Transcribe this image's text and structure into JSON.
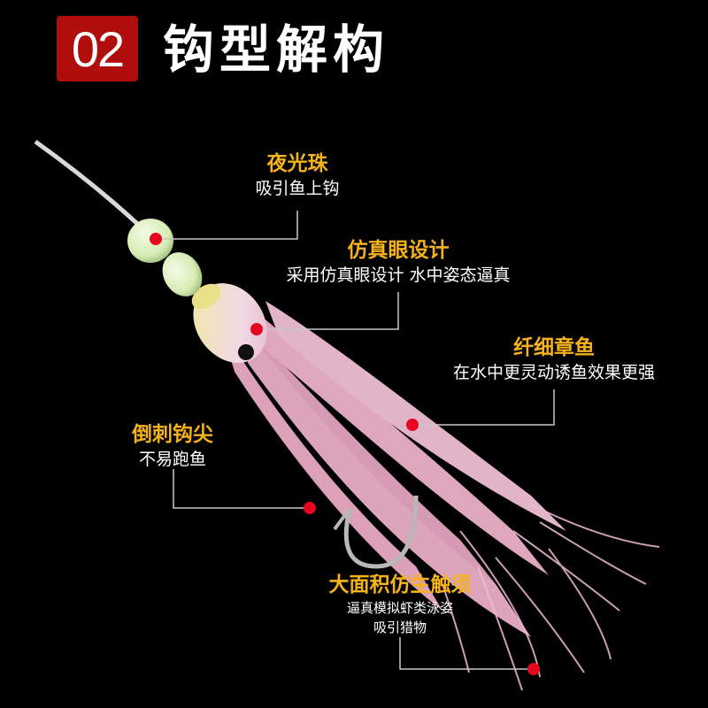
{
  "badge": {
    "number": "02"
  },
  "title": "钩型解构",
  "colors": {
    "accent": "#f6b21a",
    "badge": "#b00d0d",
    "marker": "#e5061f",
    "skirt": "#f2b6cf",
    "bead": "#dff3c4"
  },
  "callouts": {
    "bead": {
      "heading": "夜光珠",
      "desc": "吸引鱼上钩"
    },
    "eye": {
      "heading": "仿真眼设计",
      "desc": "采用仿真眼设计 水中姿态逼真"
    },
    "octopus": {
      "heading": "纤细章鱼",
      "desc": "在水中更灵动诱鱼效果更强"
    },
    "barb": {
      "heading": "倒刺钩尖",
      "desc": "不易跑鱼"
    },
    "tentacle": {
      "heading": "大面积仿生触须",
      "desc_line1": "逼真模拟虾类泳姿",
      "desc_line2": "吸引猎物"
    }
  }
}
